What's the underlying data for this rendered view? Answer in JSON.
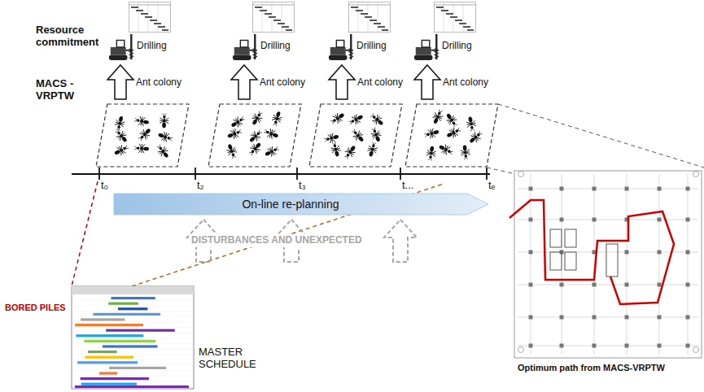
{
  "diagram": {
    "nodes": [
      {
        "text": [
          "On-line re-planning"
        ]
      },
      {
        "text": [
          "MASTER SCHEDULE"
        ]
      },
      {
        "text": [
          "Optimum path from MACS-VRPTW"
        ]
      }
    ],
    "labels": [
      "Resource commitment",
      "Drilling",
      "Drilling",
      "Drilling",
      "Drilling",
      "Ant colony",
      "Ant colony",
      "Ant colony",
      "Ant colony",
      "MACS - VRPTW",
      "t₀",
      "t₂",
      "t₃",
      "t...",
      "tₑ",
      "DISTURBANCES AND UNEXPECTED",
      "BORED PILES"
    ]
  }
}
